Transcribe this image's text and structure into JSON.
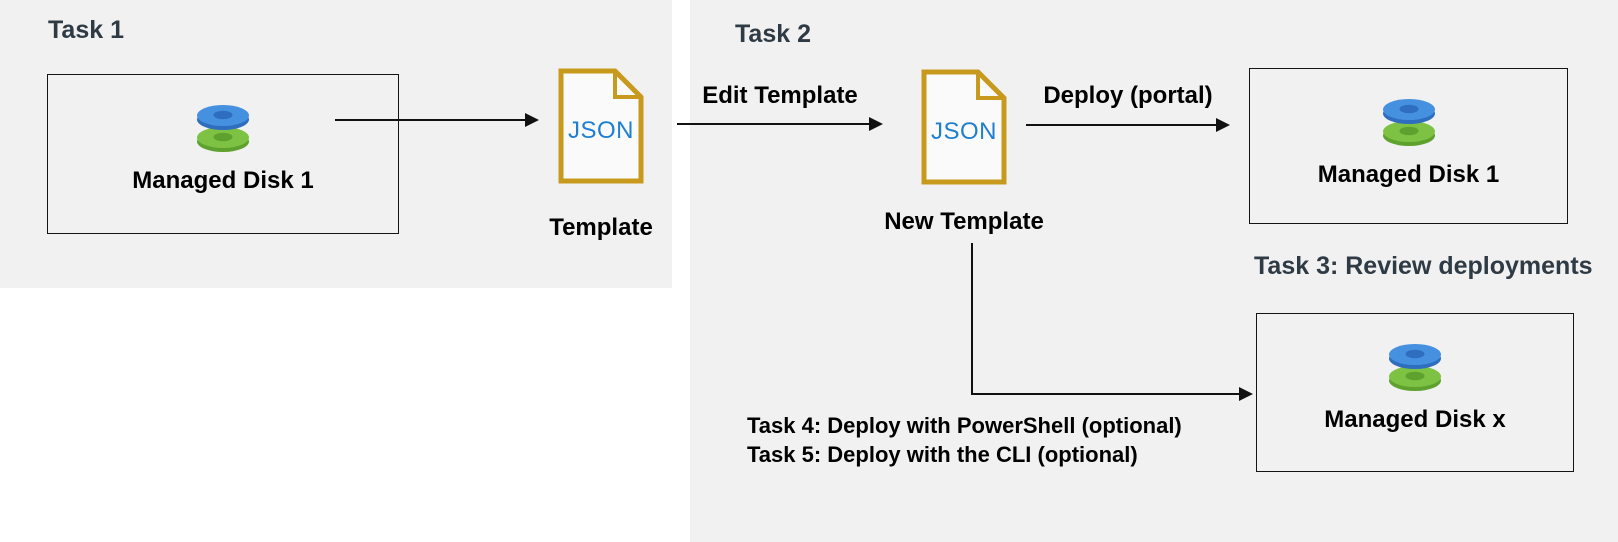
{
  "diagram": {
    "task1": {
      "title": "Task 1",
      "source_box_label": "Managed Disk 1",
      "template_file_text": "JSON",
      "template_caption": "Template"
    },
    "task2": {
      "title": "Task 2",
      "edit_arrow_label": "Edit Template",
      "new_template_file_text": "JSON",
      "new_template_caption": "New Template",
      "deploy_arrow_label": "Deploy (portal)",
      "portal_box_label": "Managed Disk 1",
      "disk_x_box_label": "Managed Disk x"
    },
    "captions": {
      "task3": "Task 3: Review deployments",
      "task4": "Task 4: Deploy with PowerShell (optional)",
      "task5": "Task 5: Deploy with the CLI (optional)"
    },
    "colors": {
      "panel_bg": "#F1F1F1",
      "heading_text": "#2E3A44",
      "label_text": "#000000",
      "json_text": "#1E7FD2",
      "file_outline": "#C79A1E",
      "file_fill": "#FAFAFA",
      "disk_blue": "#4591E0",
      "disk_blue_dark": "#2F6EBF",
      "disk_green": "#7DC242",
      "disk_green_dark": "#5FA12E"
    }
  }
}
